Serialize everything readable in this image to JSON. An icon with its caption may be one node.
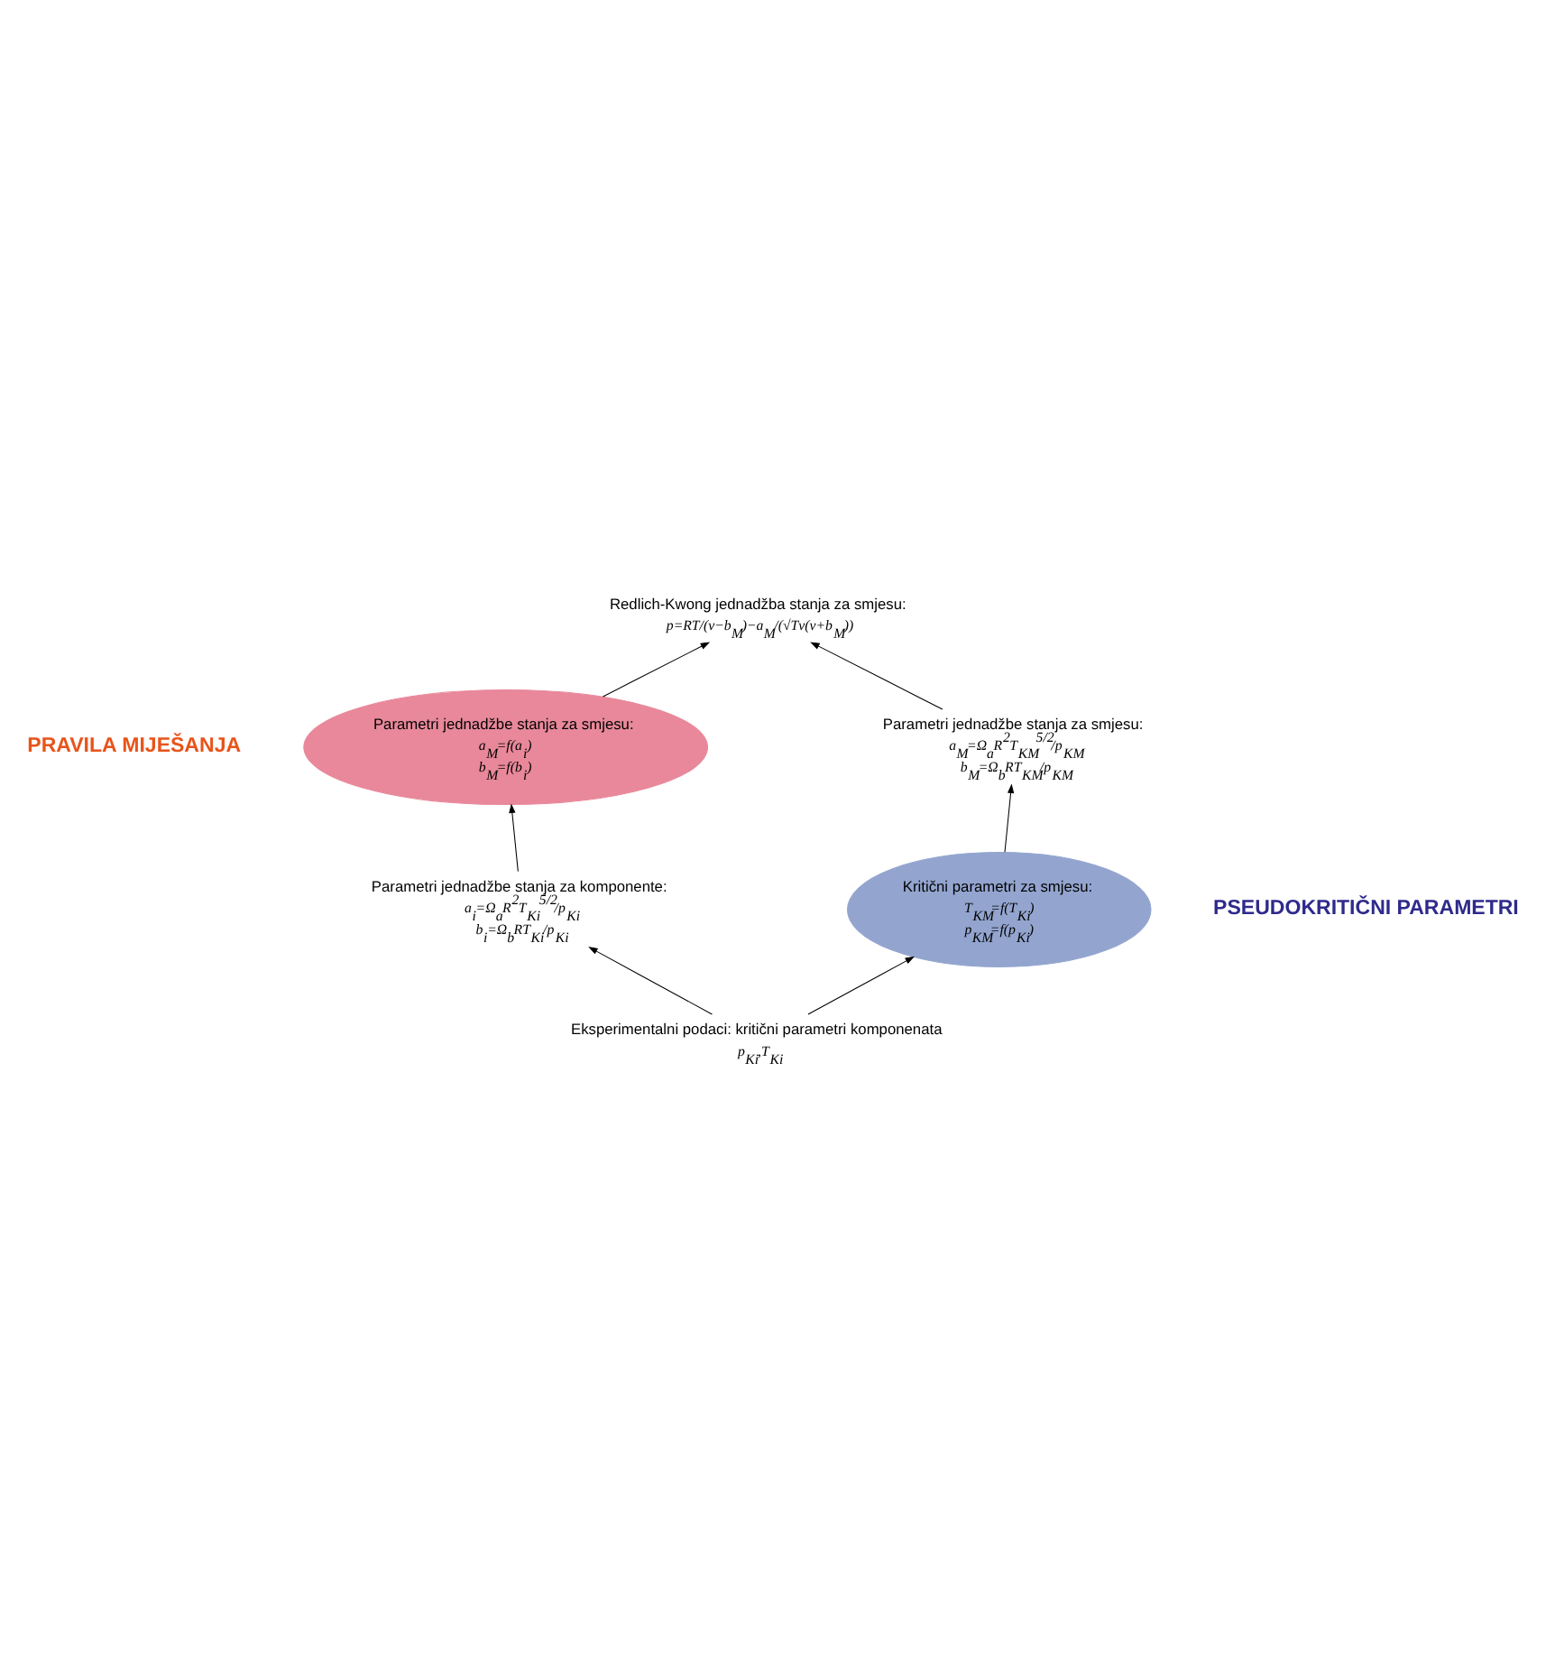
{
  "diagram": {
    "nodes": [
      {
        "text": [
          "Redlich-Kwong jednadžba stanja za smjesu:",
          "p=RT/(v−b$_{M}$)−a$_{M}$/(√Tv(v+b$_{M}$))"
        ]
      },
      {
        "text": [
          "Parametri jednadžbe stanja za smjesu:",
          "a$_{M}$=f(a$_{i}$)",
          "b$_{M}$=f(b$_{i}$)"
        ],
        "beside": [
          "PRAVILA MIJEŠANJA"
        ]
      },
      {
        "text": [
          "Parametri jednadžbe stanja za smjesu:",
          "a$_{M}$=Ω$_{a}$R$^{2}$T$_{KM}$$^{5/2}$/p$_{KM}$",
          "b$_{M}$=Ω$_{b}$RT$_{KM}$/p$_{KM}$"
        ]
      },
      {
        "text": [
          "Parametri jednadžbe stanja za komponente:",
          "a$_{i}$=Ω$_{a}$R$^{2}$T$_{Ki}$$^{5/2}$/p$_{Ki}$",
          "b$_{i}$=Ω$_{b}$RT$_{Ki}$/p$_{Ki}$"
        ]
      },
      {
        "text": [
          "Kritični parametri za smjesu:",
          "T$_{KM}$=f(T$_{Ki}$)",
          "p$_{KM}$=f(p$_{Ki}$)"
        ],
        "beside": [
          "PSEUDOKRITIČNI PARAMETRI"
        ]
      },
      {
        "text": [
          "Eksperimentalni podaci: kritični parametri komponenata",
          "p$_{Ki}$,T$_{Ki}$"
        ]
      }
    ],
    "edges": [
      {
        "from": 1,
        "to": 0,
        "arrow": "to"
      },
      {
        "from": 2,
        "to": 0,
        "arrow": "to"
      },
      {
        "from": 3,
        "to": 1,
        "arrow": "to"
      },
      {
        "from": 4,
        "to": 2,
        "arrow": "to"
      },
      {
        "from": 5,
        "to": 3,
        "arrow": "to"
      },
      {
        "from": 5,
        "to": 4,
        "arrow": "to"
      }
    ]
  }
}
